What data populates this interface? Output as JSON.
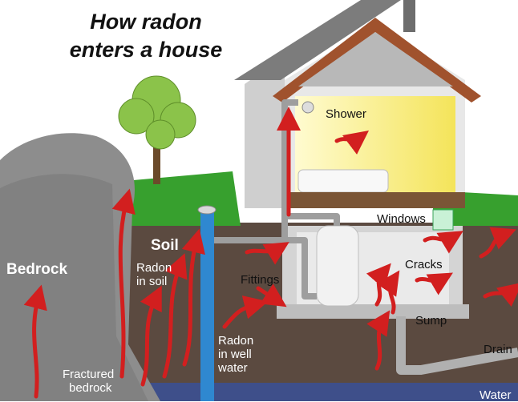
{
  "title": {
    "line1": "How radon",
    "line2": "enters a house"
  },
  "labels": {
    "shower": "Shower",
    "windows": "Windows",
    "cracks": "Cracks",
    "fittings": "Fittings",
    "sump": "Sump",
    "drain": "Drain",
    "water": "Water",
    "soil": "Soil",
    "bedrock": "Bedrock",
    "radon_in_soil": [
      "Radon",
      "in soil"
    ],
    "radon_in_well_water": [
      "Radon",
      "in well",
      "water"
    ],
    "fractured_bedrock": [
      "Fractured",
      "bedrock"
    ]
  },
  "colors": {
    "sky": "#ffffff",
    "soil": "#5b4a40",
    "grass": "#37a02e",
    "bedrock": "#8d8d8d",
    "water_table": "#3e4f8a",
    "roof": "#7c7c7c",
    "roof_trim": "#a0522d",
    "wall": "#e8e8e8",
    "room_interior": "#fbf39a",
    "radon_arrow": "#d21f1f",
    "well_pipe": "#2f88d0"
  }
}
